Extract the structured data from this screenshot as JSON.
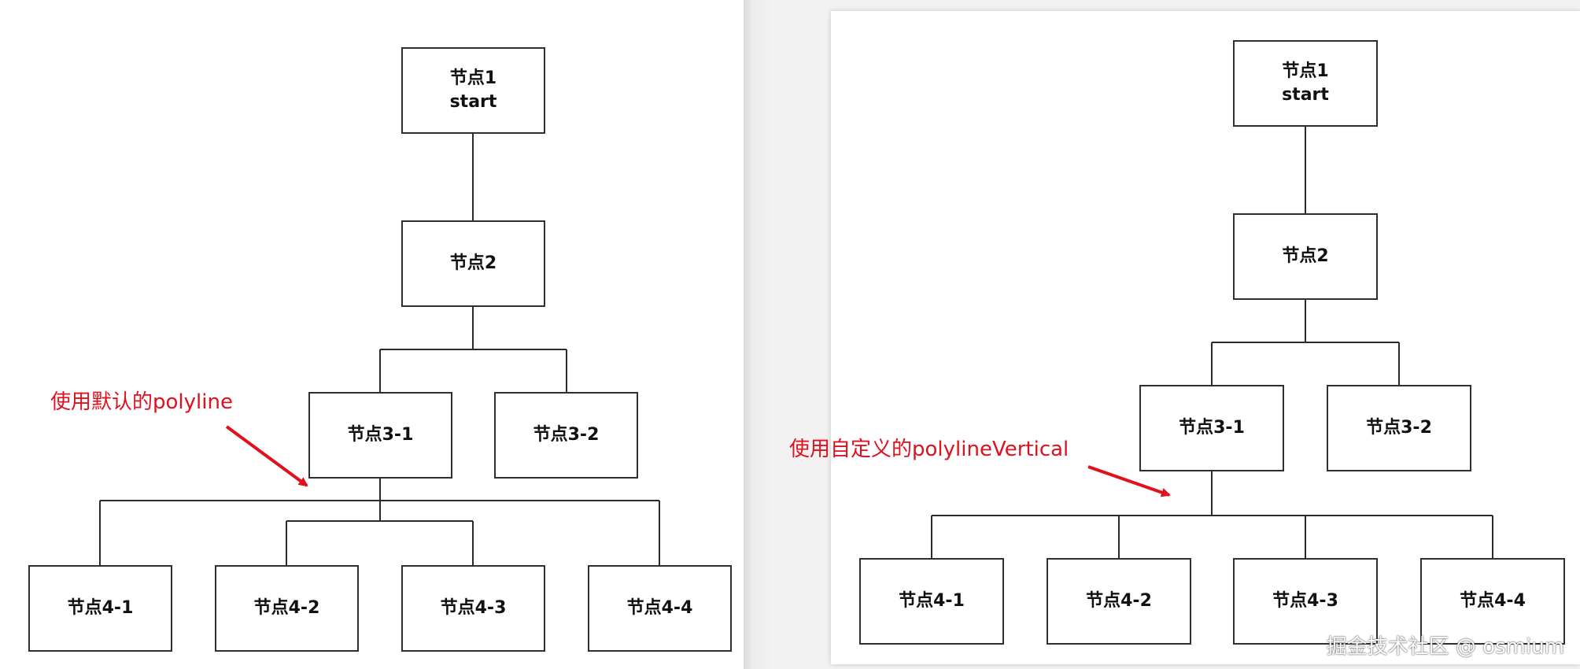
{
  "colors": {
    "annotation": "#e0101e",
    "node_border": "#2f2f2f",
    "connector": "#2b2b2b"
  },
  "left_diagram": {
    "annotation": "使用默认的polyline",
    "nodes": {
      "n1_line1": "节点1",
      "n1_line2": "start",
      "n2": "节点2",
      "n3_1": "节点3-1",
      "n3_2": "节点3-2",
      "n4_1": "节点4-1",
      "n4_2": "节点4-2",
      "n4_3": "节点4-3",
      "n4_4": "节点4-4"
    }
  },
  "right_diagram": {
    "annotation": "使用自定义的polylineVertical",
    "nodes": {
      "n1_line1": "节点1",
      "n1_line2": "start",
      "n2": "节点2",
      "n3_1": "节点3-1",
      "n3_2": "节点3-2",
      "n4_1": "节点4-1",
      "n4_2": "节点4-2",
      "n4_3": "节点4-3",
      "n4_4": "节点4-4"
    }
  },
  "watermark": "掘金技术社区 @ osmium"
}
